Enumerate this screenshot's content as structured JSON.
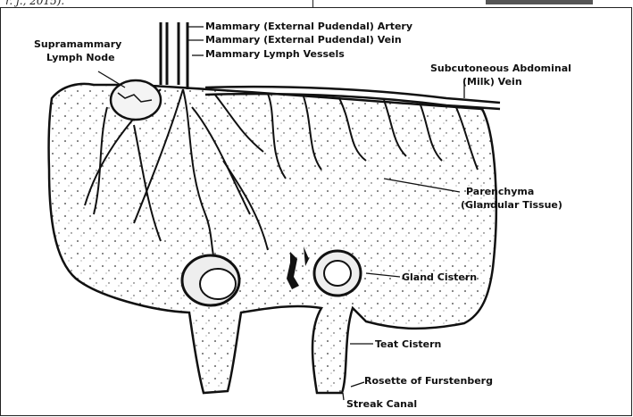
{
  "caption_fragment": "r. j., 2015).",
  "labels": {
    "supramammary_1": "Supramammary",
    "supramammary_2": "Lymph Node",
    "artery": "Mammary (External Pudendal) Artery",
    "vein": "Mammary (External Pudendal) Vein",
    "lymph_vessels": "Mammary Lymph Vessels",
    "milk_vein_1": "Subcutoneous Abdominal",
    "milk_vein_2": "(Milk) Vein",
    "parenchyma_1": "Parenchyma",
    "parenchyma_2": "(Glandular Tissue)",
    "gland_cistern": "Gland Cistern",
    "teat_cistern": "Teat Cistern",
    "rosette": "Rosette of Furstenberg",
    "streak_canal": "Streak Canal"
  }
}
